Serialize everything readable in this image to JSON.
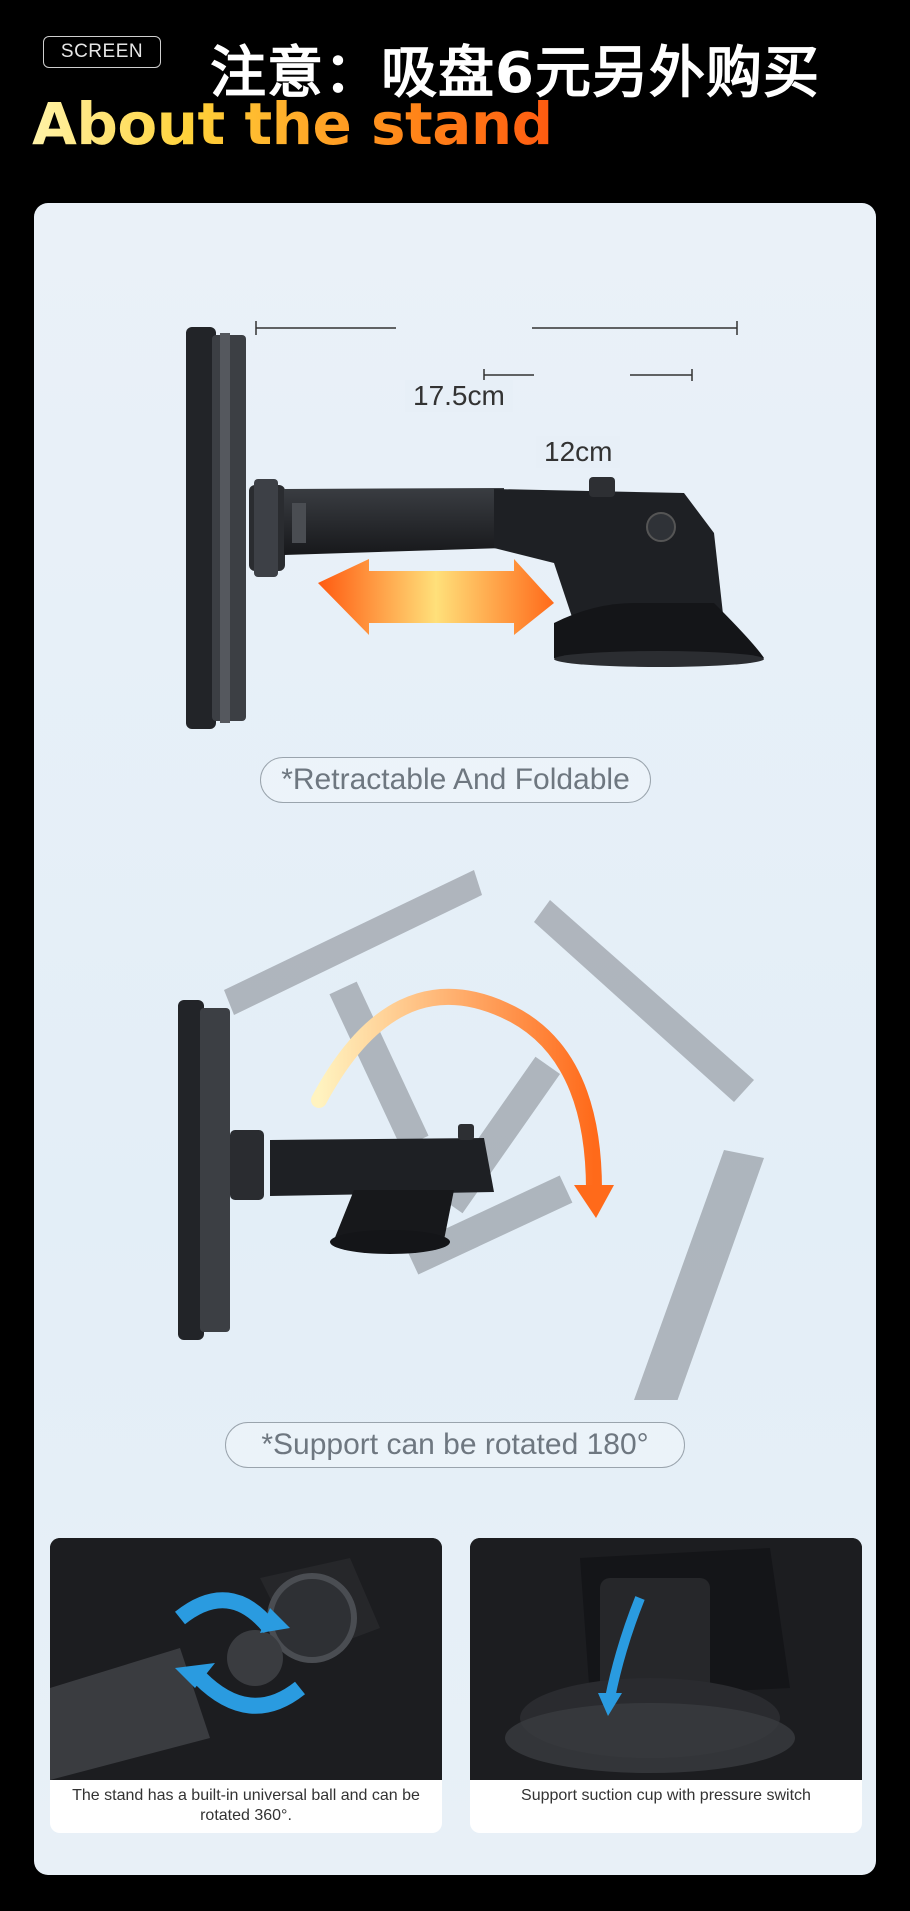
{
  "header": {
    "badge": "SCREEN",
    "notice": "注意：吸盘6元另外购买",
    "title": "About the stand"
  },
  "section1": {
    "dim_long": "17.5cm",
    "dim_short": "12cm",
    "pill": "*Retractable And Foldable"
  },
  "section2": {
    "pill": "*Support can be rotated 180°"
  },
  "cards": [
    {
      "caption": "The stand has a built-in universal ball and can be rotated 360°."
    },
    {
      "caption": "Support suction cup with pressure switch"
    }
  ],
  "colors": {
    "accent_orange": "#ff6a1a",
    "accent_yellow": "#ffe07a",
    "rotate_blue": "#2a9be0",
    "panel_bg": "#e7eff7"
  }
}
